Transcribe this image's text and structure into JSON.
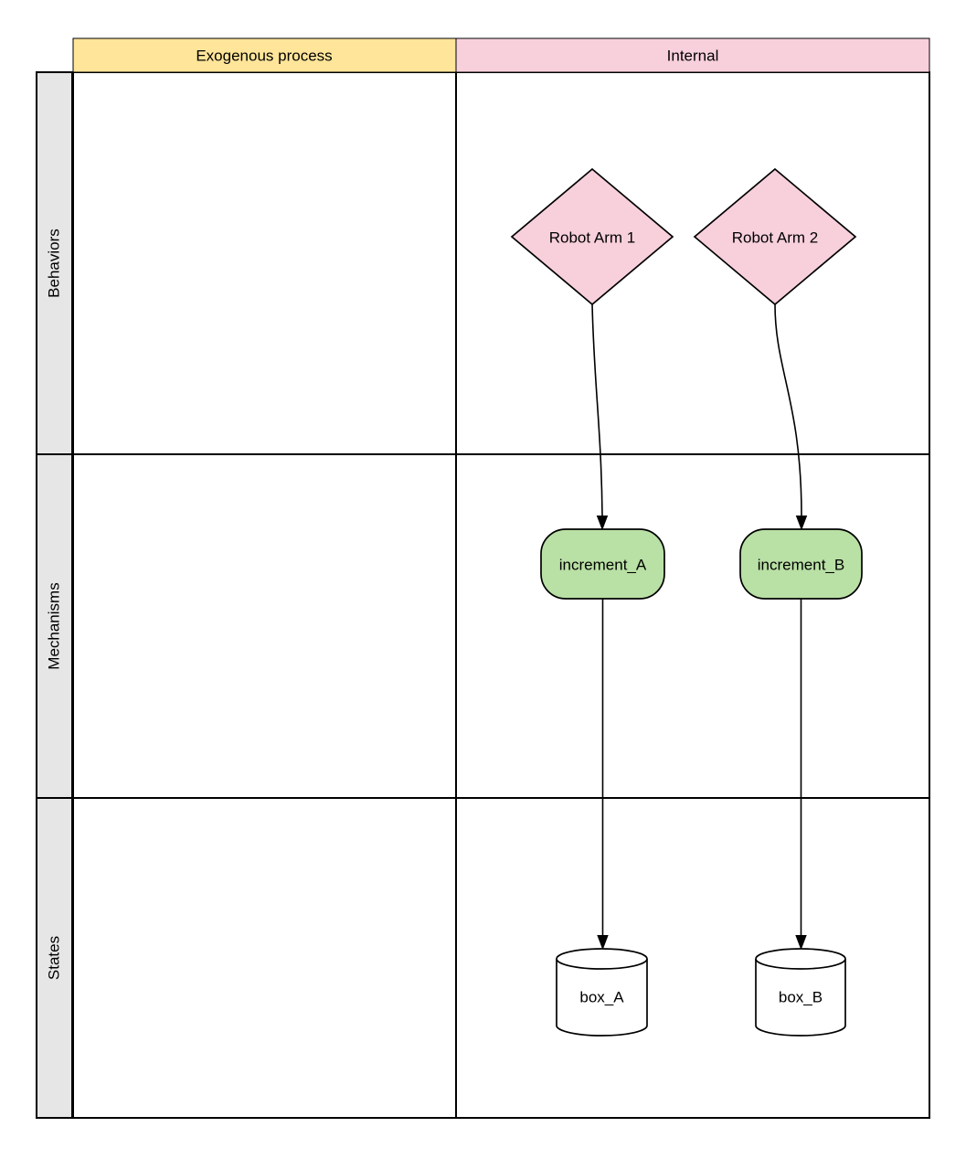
{
  "header": {
    "columns": [
      {
        "label": "Exogenous process",
        "fill": "#FFE599"
      },
      {
        "label": "Internal",
        "fill": "#F8D0DC"
      }
    ]
  },
  "rows": [
    {
      "label": "Behaviors"
    },
    {
      "label": "Mechanisms"
    },
    {
      "label": "States"
    }
  ],
  "nodes": {
    "robot_arm_1": {
      "label": "Robot Arm 1",
      "shape": "diamond",
      "fill": "#F8D0DC",
      "row": "Behaviors",
      "column": "Internal"
    },
    "robot_arm_2": {
      "label": "Robot Arm 2",
      "shape": "diamond",
      "fill": "#F8D0DC",
      "row": "Behaviors",
      "column": "Internal"
    },
    "increment_a": {
      "label": "increment_A",
      "shape": "rounded",
      "fill": "#B9E0A5",
      "row": "Mechanisms",
      "column": "Internal"
    },
    "increment_b": {
      "label": "increment_B",
      "shape": "rounded",
      "fill": "#B9E0A5",
      "row": "Mechanisms",
      "column": "Internal"
    },
    "box_a": {
      "label": "box_A",
      "shape": "cylinder",
      "fill": "#FFFFFF",
      "row": "States",
      "column": "Internal"
    },
    "box_b": {
      "label": "box_B",
      "shape": "cylinder",
      "fill": "#FFFFFF",
      "row": "States",
      "column": "Internal"
    }
  },
  "edges": [
    {
      "from": "Robot Arm 1",
      "to": "increment_A",
      "style": "curved-arrow"
    },
    {
      "from": "Robot Arm 2",
      "to": "increment_B",
      "style": "curved-arrow"
    },
    {
      "from": "increment_A",
      "to": "box_A",
      "style": "straight-arrow"
    },
    {
      "from": "increment_B",
      "to": "box_B",
      "style": "straight-arrow"
    }
  ],
  "colors": {
    "header_yellow": "#FFE599",
    "header_pink": "#F8D0DC",
    "node_pink": "#F8D0DC",
    "node_green": "#B9E0A5",
    "node_white": "#FFFFFF",
    "row_label_bg": "#E6E6E6",
    "border": "#000000",
    "background": "#FFFFFF"
  }
}
